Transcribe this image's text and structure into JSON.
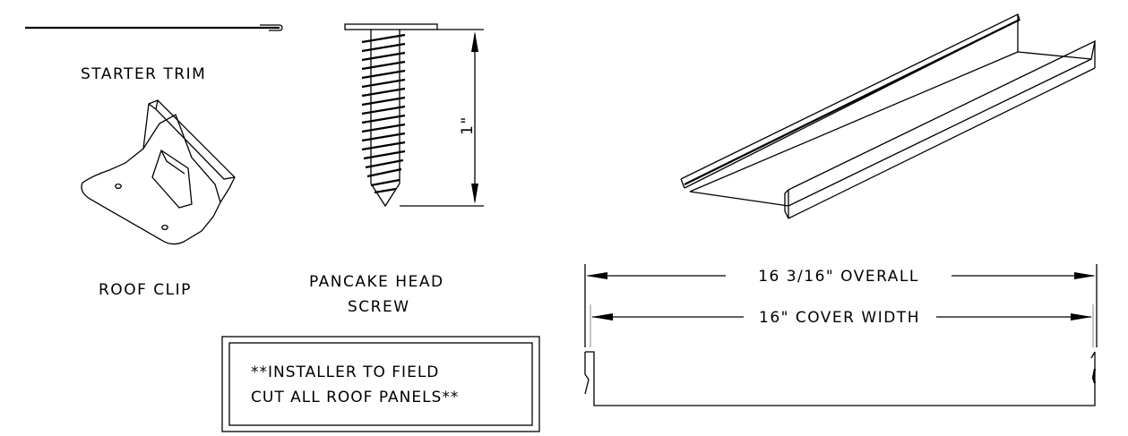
{
  "labels": {
    "starter_trim": "STARTER TRIM",
    "roof_clip": "ROOF CLIP",
    "screw_line1": "PANCAKE HEAD",
    "screw_line2": "SCREW",
    "screw_length": "1\"",
    "overall": "16 3/16\" OVERALL",
    "cover_width": "16\" COVER WIDTH"
  },
  "note": {
    "line1": "**INSTALLER TO FIELD",
    "line2": "CUT ALL ROOF PANELS**"
  }
}
